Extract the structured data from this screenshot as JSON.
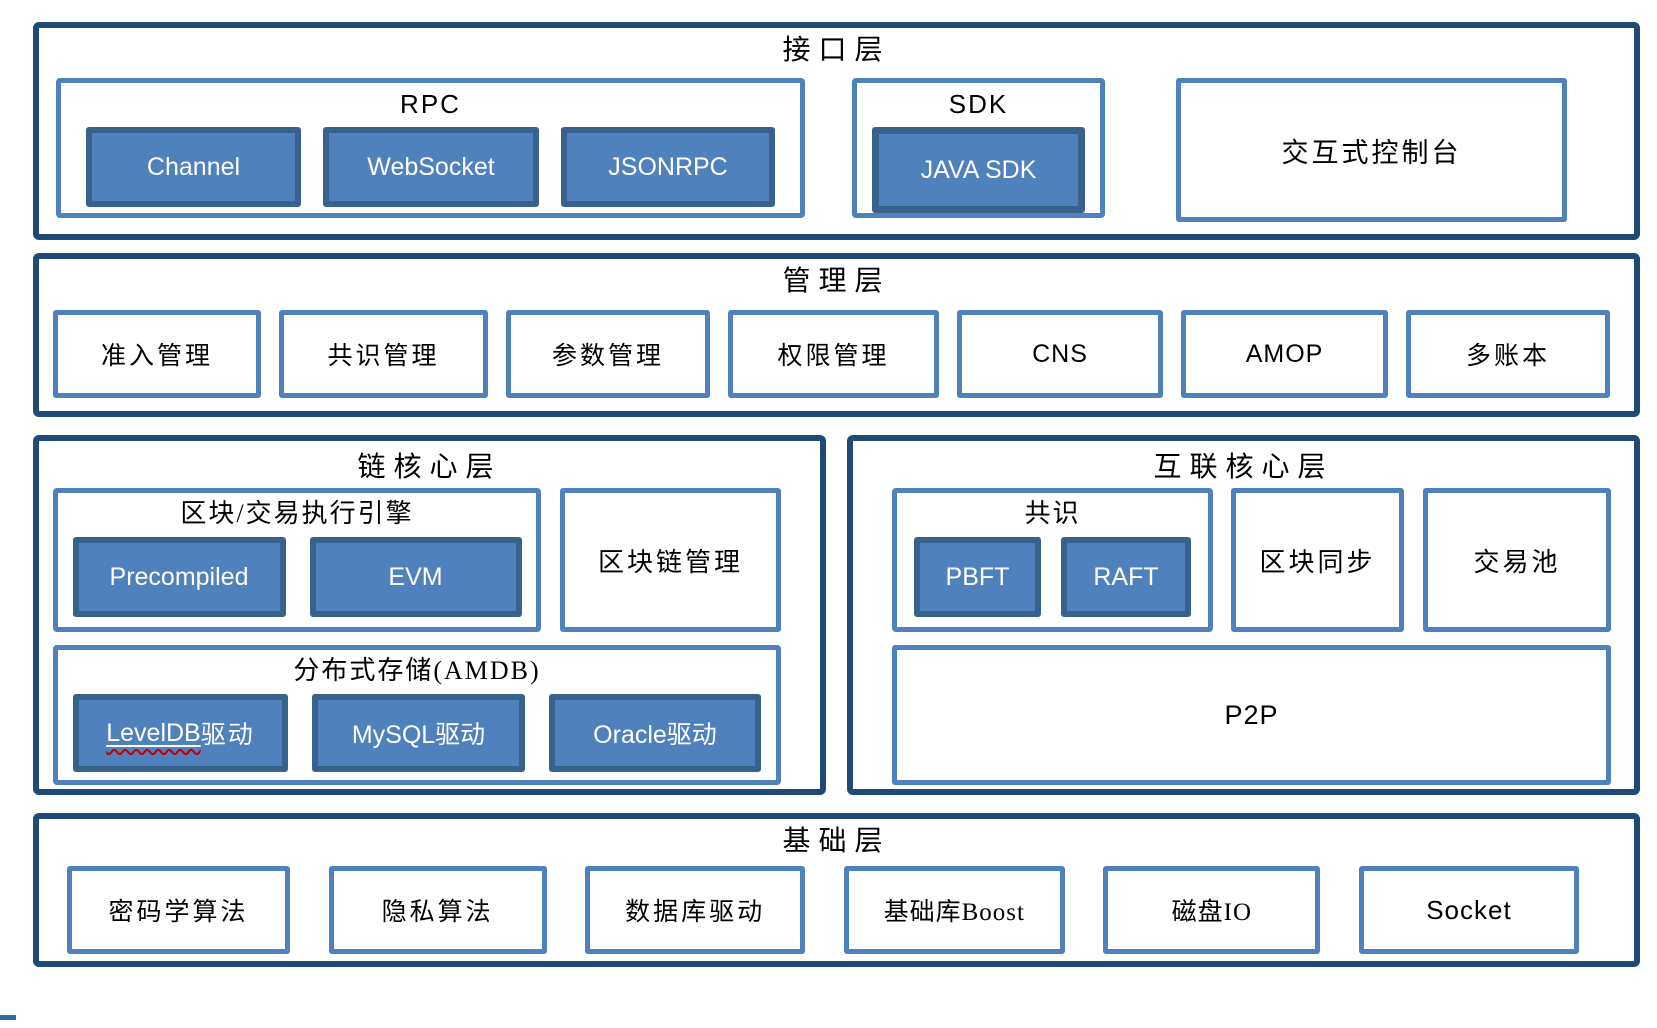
{
  "diagram": {
    "layers": {
      "interface": {
        "title": "接口层",
        "rpc": {
          "title": "RPC",
          "items": [
            "Channel",
            "WebSocket",
            "JSONRPC"
          ]
        },
        "sdk": {
          "title": "SDK",
          "items": [
            "JAVA SDK"
          ]
        },
        "console": {
          "label": "交互式控制台"
        }
      },
      "management": {
        "title": "管理层",
        "items": [
          "准入管理",
          "共识管理",
          "参数管理",
          "权限管理",
          "CNS",
          "AMOP",
          "多账本"
        ]
      },
      "chain_core": {
        "title": "链核心层",
        "execution_engine": {
          "title": "区块/交易执行引擎",
          "items": [
            "Precompiled",
            "EVM"
          ]
        },
        "blockchain_management": {
          "label": "区块链管理"
        },
        "distributed_storage": {
          "title": "分布式存储(AMDB)",
          "leveldb": {
            "name": "LevelDB",
            "suffix": "驱动"
          },
          "items": [
            "MySQL驱动",
            "Oracle驱动"
          ]
        }
      },
      "network_core": {
        "title": "互联核心层",
        "consensus": {
          "title": "共识",
          "items": [
            "PBFT",
            "RAFT"
          ]
        },
        "block_sync": {
          "label": "区块同步"
        },
        "transaction_pool": {
          "label": "交易池"
        },
        "p2p": {
          "label": "P2P"
        }
      },
      "foundation": {
        "title": "基础层",
        "items": [
          "密码学算法",
          "隐私算法",
          "数据库驱动",
          "基础库Boost",
          "磁盘IO",
          "Socket"
        ]
      }
    },
    "colors": {
      "layer_border": "#1F4A75",
      "group_border": "#4F81BD",
      "box_fill": "#4F81BD",
      "box_border": "#38618C",
      "box_text": "#FFFFFF",
      "label_text": "#000000",
      "spellcheck_underline": "#C00000"
    }
  }
}
